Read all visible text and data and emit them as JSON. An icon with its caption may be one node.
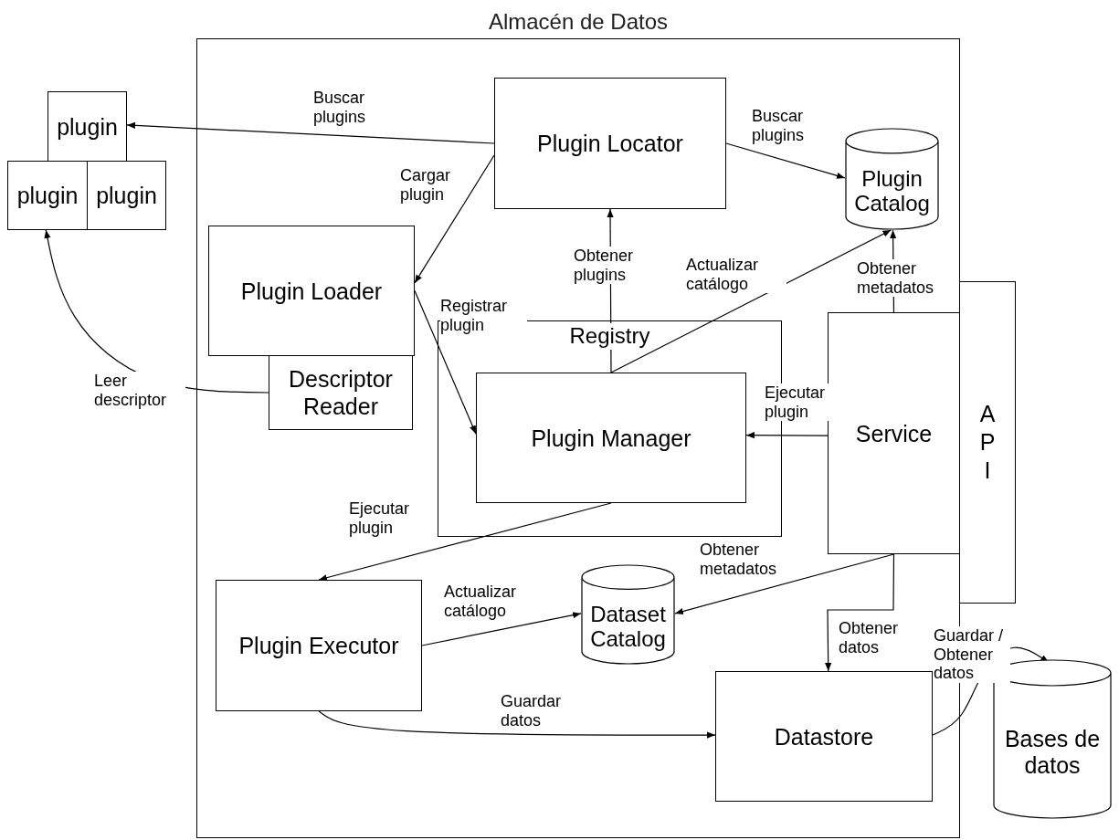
{
  "diagram": {
    "nodes": [
      {
        "text": [
          "Almacén de Datos"
        ]
      },
      {
        "text": [
          "plugin"
        ]
      },
      {
        "text": [
          "plugin"
        ]
      },
      {
        "text": [
          "plugin"
        ]
      },
      {
        "text": [
          "Plugin Locator"
        ],
        "in": 0
      },
      {
        "text": [
          "Plugin Catalog"
        ],
        "in": 0
      },
      {
        "text": [
          "Plugin Loader"
        ],
        "in": 0
      },
      {
        "text": [
          "Descriptor Reader"
        ],
        "in": 0
      },
      {
        "text": [
          "Registry"
        ],
        "in": 0
      },
      {
        "text": [
          "Plugin Manager"
        ],
        "in": 8
      },
      {
        "text": [
          "Service"
        ],
        "in": 0
      },
      {
        "text": [
          "A P I"
        ]
      },
      {
        "text": [
          "Plugin Executor"
        ],
        "in": 0
      },
      {
        "text": [
          "Dataset Catalog"
        ],
        "in": 0
      },
      {
        "text": [
          "Datastore"
        ],
        "in": 0
      },
      {
        "text": [
          "Bases de datos"
        ]
      }
    ],
    "edges": [
      {
        "from": 4,
        "to": 1,
        "arrow": "to",
        "label": "Buscar plugins"
      },
      {
        "from": 4,
        "to": 5,
        "arrow": "to",
        "label": "Buscar plugins"
      },
      {
        "from": 4,
        "to": 6,
        "arrow": "to",
        "label": "Cargar plugin"
      },
      {
        "from": 9,
        "to": 4,
        "arrow": "to",
        "label": "Obtener plugins"
      },
      {
        "from": 9,
        "to": 5,
        "arrow": "to",
        "label": "Actualizar catálogo"
      },
      {
        "from": 10,
        "to": 5,
        "arrow": "to",
        "label": "Obtener metadatos"
      },
      {
        "from": 6,
        "to": 9,
        "arrow": "to",
        "label": "Registrar plugin"
      },
      {
        "from": 10,
        "to": 9,
        "arrow": "to",
        "label": "Ejecutar plugin"
      },
      {
        "from": 7,
        "to": 2,
        "arrow": "to",
        "label": "Leer descriptor"
      },
      {
        "from": 9,
        "to": 12,
        "arrow": "to",
        "label": "Ejecutar plugin"
      },
      {
        "from": 12,
        "to": 13,
        "arrow": "to",
        "label": "Actualizar catálogo"
      },
      {
        "from": 10,
        "to": 13,
        "arrow": "to",
        "label": "Obtener metadatos"
      },
      {
        "from": 10,
        "to": 14,
        "arrow": "to",
        "label": "Obtener datos"
      },
      {
        "from": 12,
        "to": 14,
        "arrow": "to",
        "label": "Guardar datos"
      },
      {
        "from": 14,
        "to": 15,
        "arrow": "to",
        "label": "Guardar / Obtener datos"
      }
    ]
  }
}
